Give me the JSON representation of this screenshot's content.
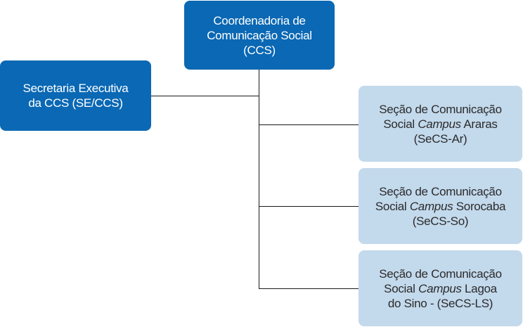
{
  "org_chart": {
    "root": {
      "line1": "Coordenadoria de",
      "line2": "Comunicação Social",
      "line3": "(CCS)"
    },
    "staff": {
      "line1": "Secretaria Executiva",
      "line2": "da CCS (SE/CCS)"
    },
    "children": [
      {
        "line1": "Seção de Comunicação",
        "line2_pre": "Social ",
        "line2_italic": "Campus",
        "line2_post": " Araras",
        "line3": "(SeCS-Ar)"
      },
      {
        "line1": "Seção de Comunicação",
        "line2_pre": "Social ",
        "line2_italic": "Campus",
        "line2_post": " Sorocaba",
        "line3": "(SeCS-So)"
      },
      {
        "line1": "Seção de Comunicação",
        "line2_pre": "Social ",
        "line2_italic": "Campus",
        "line2_post": " Lagoa",
        "line3": "do Sino - (SeCS-LS)"
      }
    ]
  },
  "colors": {
    "primary_box": "#0a68b4",
    "secondary_box": "#c3d9ec",
    "connector": "#1a1a1a"
  }
}
